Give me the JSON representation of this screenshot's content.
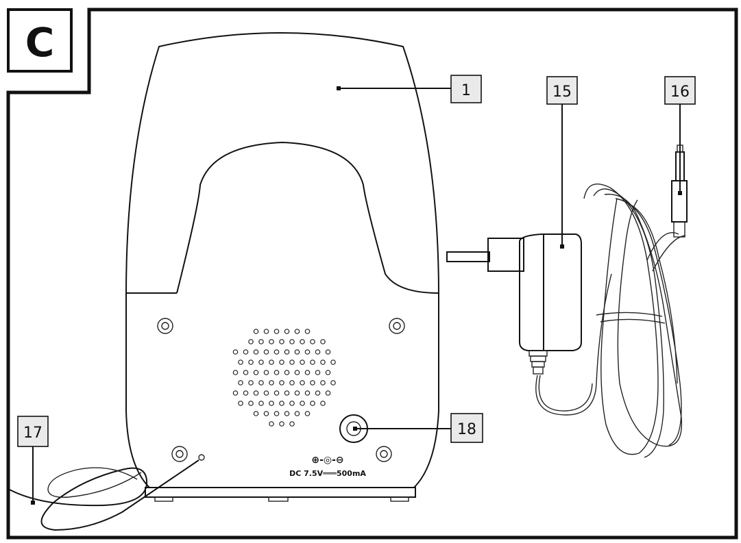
{
  "panel": {
    "letter": "C"
  },
  "callouts": {
    "c1": "1",
    "c15": "15",
    "c16": "16",
    "c17": "17",
    "c18": "18"
  },
  "device_marking": {
    "polarity_symbol": "⊕-◎-⊖",
    "power_rating": "DC 7.5V═══500mA"
  }
}
